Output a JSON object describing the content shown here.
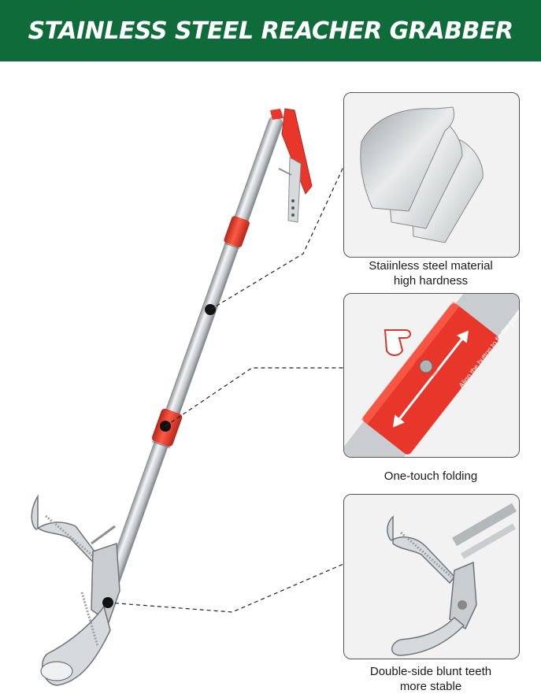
{
  "banner": {
    "title": "STAINLESS STEEL REACHER GRABBER"
  },
  "features": [
    {
      "line1": "Staiinless steel material",
      "line2": "high hardness"
    },
    {
      "line1": "One-touch folding",
      "line2": ""
    },
    {
      "line1": "Double-side blunt teeth",
      "line2": "more stable"
    }
  ],
  "folding_label": "Align the button to fix the position",
  "colors": {
    "banner": "#0f6b3a",
    "accent_red": "#e8372a",
    "steel": "#c9cdd0"
  },
  "icons": [
    "steel-sheets-icon",
    "finger-press-icon",
    "double-arrow-icon",
    "grabber-jaw-icon"
  ]
}
